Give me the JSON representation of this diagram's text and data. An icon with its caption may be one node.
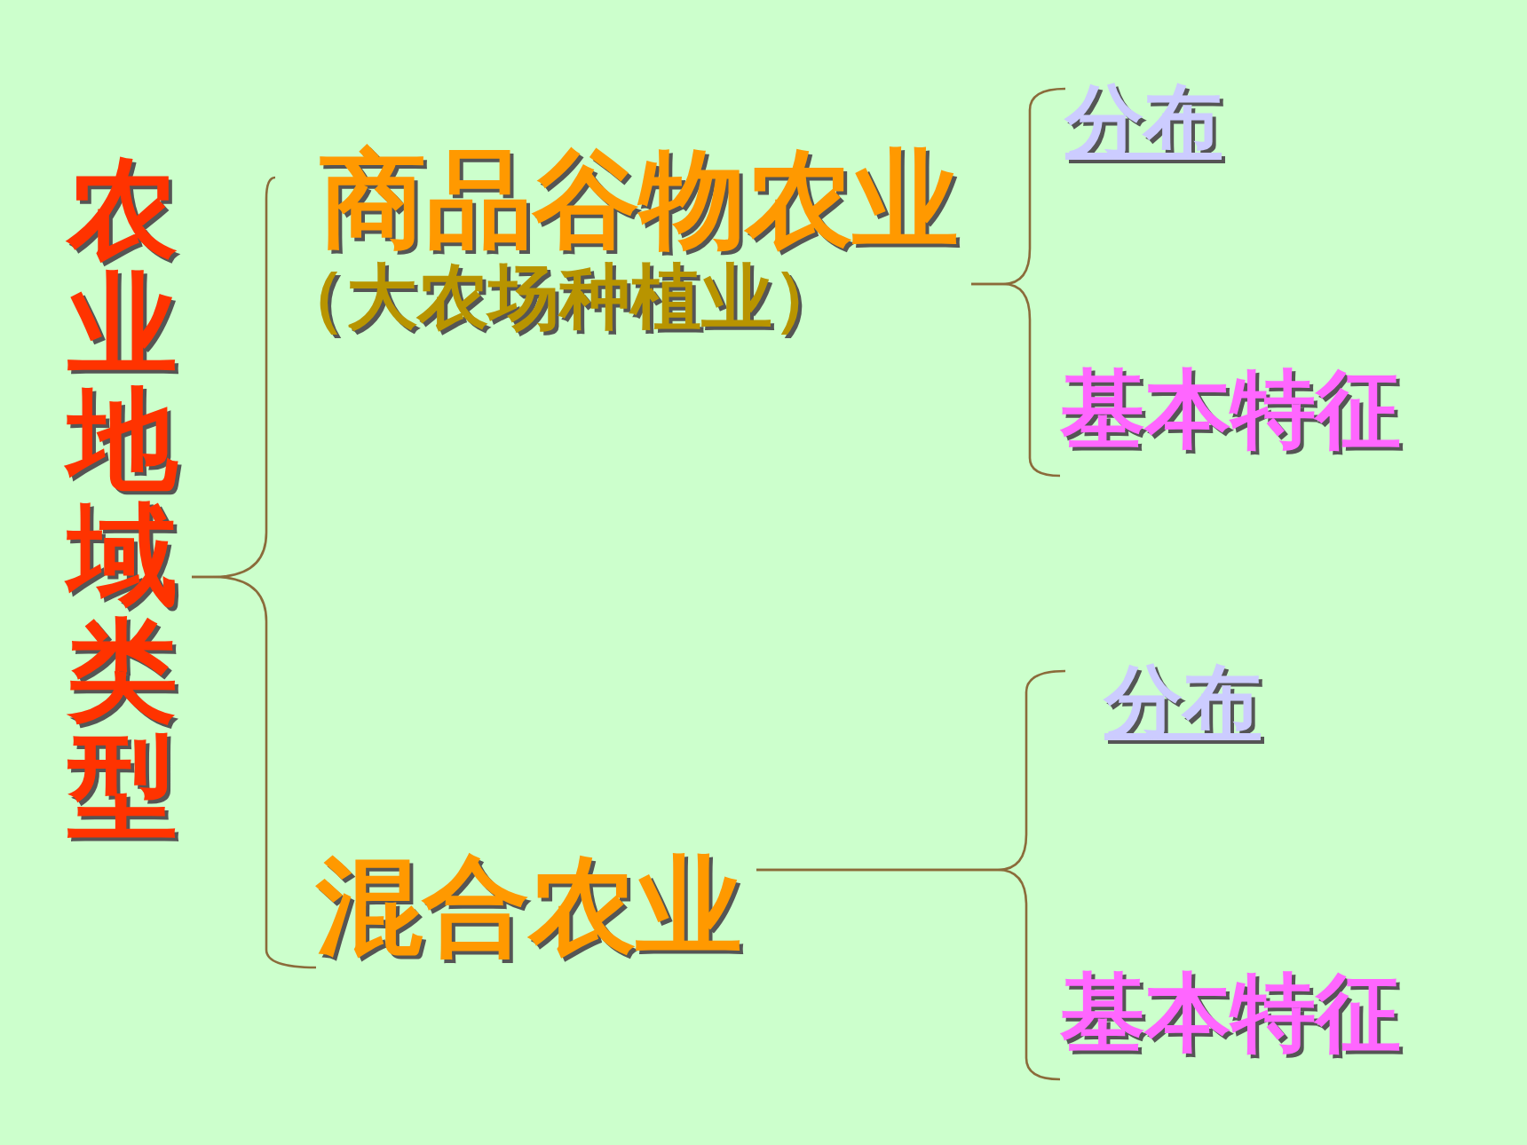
{
  "diagram": {
    "nodes": [
      {
        "text": [
          "农业地域类型"
        ]
      },
      {
        "text": [
          "商品谷物农业",
          "（大农场种植业）"
        ]
      },
      {
        "text": [
          "分布"
        ]
      },
      {
        "text": [
          "基本特征"
        ]
      },
      {
        "text": [
          "混合农业"
        ]
      },
      {
        "text": [
          "分布"
        ]
      },
      {
        "text": [
          "基本特征"
        ]
      }
    ],
    "edges": [
      {
        "from": 0,
        "to": 1,
        "arrow": "none"
      },
      {
        "from": 0,
        "to": 4,
        "arrow": "none"
      },
      {
        "from": 1,
        "to": 2,
        "arrow": "none"
      },
      {
        "from": 1,
        "to": 3,
        "arrow": "none"
      },
      {
        "from": 4,
        "to": 5,
        "arrow": "none"
      },
      {
        "from": 4,
        "to": 6,
        "arrow": "none"
      }
    ]
  }
}
